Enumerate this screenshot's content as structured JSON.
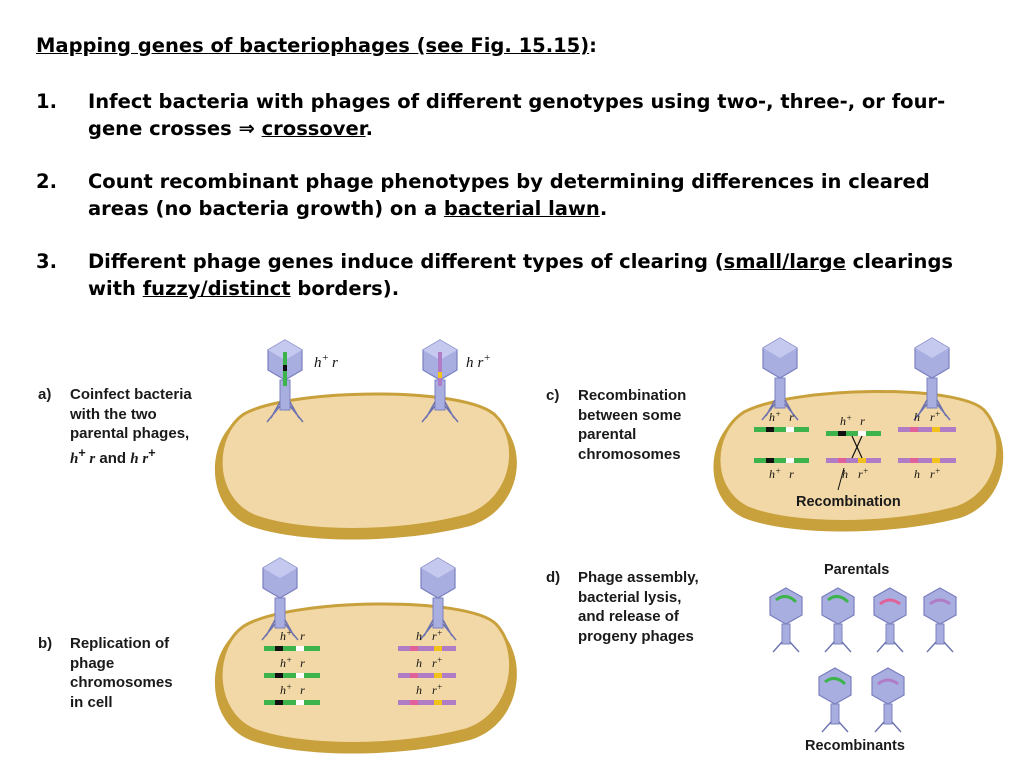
{
  "title": {
    "text": "Mapping genes of bacteriophages (see Fig. 15.15)",
    "suffix": ":"
  },
  "steps": [
    {
      "number": "1.",
      "parts": [
        "Infect bacteria with phages of different genotypes using two-, three-, or four-gene crosses ⇒ ",
        "crossover",
        "."
      ]
    },
    {
      "number": "2.",
      "parts": [
        "Count recombinant phage phenotypes by determining differences in cleared areas (no bacteria growth) on a ",
        "bacterial lawn",
        "."
      ]
    },
    {
      "number": "3.",
      "parts": [
        "Different phage genes induce different types of clearing (",
        "small/large",
        " clearings with ",
        "fuzzy/distinct",
        " borders)."
      ]
    }
  ],
  "figure": {
    "panel_a": {
      "letter": "a)",
      "lines": [
        "Coinfect bacteria",
        "with the two",
        "parental phages,"
      ],
      "last_line": [
        "h",
        "+",
        " r",
        " and ",
        "h r",
        "+"
      ]
    },
    "panel_b": {
      "letter": "b)",
      "lines": [
        "Replication of",
        "phage",
        "chromosomes",
        "in cell"
      ]
    },
    "panel_c": {
      "letter": "c)",
      "lines": [
        "Recombination",
        "between some",
        "parental",
        "chromosomes"
      ],
      "cell_label": "Recombination"
    },
    "panel_d": {
      "letter": "d)",
      "lines": [
        "Phage assembly,",
        "bacterial lysis,",
        "and release of",
        "progeny phages"
      ],
      "parentals_label": "Parentals",
      "recombinants_label": "Recombinants"
    },
    "genotypes": {
      "h": "h",
      "r": "r",
      "plus": "+"
    },
    "colors": {
      "cell_fill": "#f2d8a6",
      "cell_rim": "#c9a13c",
      "phage": "#a9aee0",
      "gene_green": "#3cb44b",
      "gene_purple": "#b07cc6",
      "gene_black": "#111111",
      "gene_yellow": "#f2c21b",
      "gene_pink": "#e0609a"
    }
  }
}
